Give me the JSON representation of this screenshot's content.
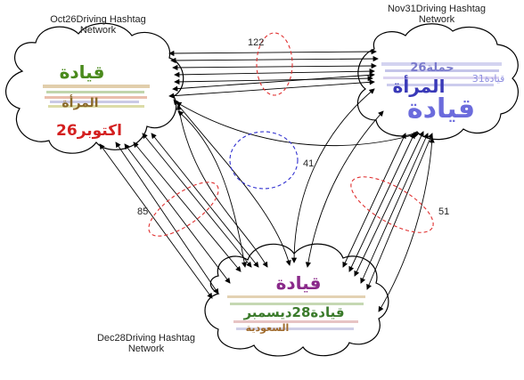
{
  "networks": {
    "oct26": {
      "title_line1": "Oct26Driving Hashtag",
      "title_line2": "Network",
      "words": [
        {
          "text": "قيادة",
          "color": "#4a8a1c"
        },
        {
          "text": "المرأة",
          "color": "#8a6a2a"
        },
        {
          "text": "26اكتوبر",
          "color": "#d42020"
        }
      ]
    },
    "nov31": {
      "title_line1": "Nov31Driving Hashtag",
      "title_line2": "Network",
      "words": [
        {
          "text": "قيادة",
          "color": "#6b6bdc"
        },
        {
          "text": "المرأة",
          "color": "#3a3ab8"
        },
        {
          "text": "حملة26",
          "color": "#7a7acc"
        },
        {
          "text": "قيادة31",
          "color": "#8f8fe0"
        }
      ]
    },
    "dec28": {
      "title_line1": "Dec28Driving Hashtag",
      "title_line2": "Network",
      "words": [
        {
          "text": "قيادة",
          "color": "#8a2a8a"
        },
        {
          "text": "قيادة28ديسمبر",
          "color": "#3a7a2a"
        },
        {
          "text": "السعودية",
          "color": "#a06a2a"
        }
      ]
    }
  },
  "edge_counts": {
    "oct_nov": "122",
    "center": "41",
    "oct_dec": "85",
    "nov_dec": "51"
  },
  "colors": {
    "red_ellipse": "#e03030",
    "blue_ellipse": "#3030d0",
    "edge": "#000000",
    "cloud_stroke": "#000000"
  }
}
